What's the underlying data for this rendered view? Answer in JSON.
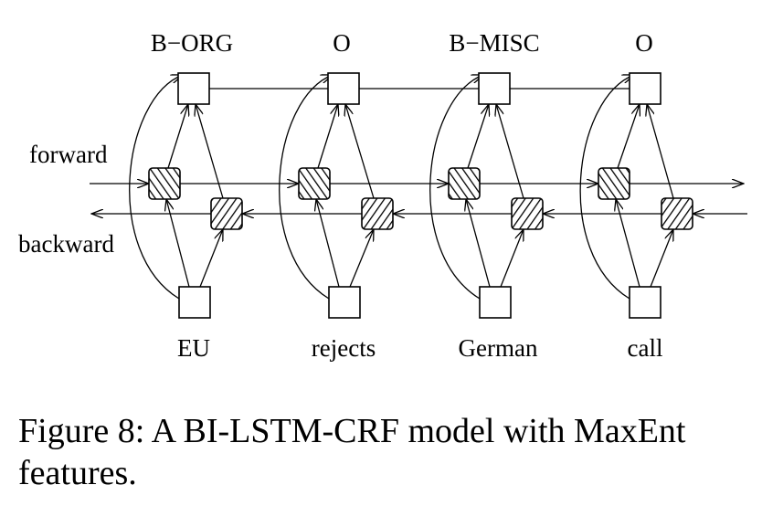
{
  "diagram": {
    "row_labels": {
      "forward": "forward",
      "backward": "backward"
    },
    "tags": [
      "B−ORG",
      "O",
      "B−MISC",
      "O"
    ],
    "words": [
      "EU",
      "rejects",
      "German",
      "call"
    ]
  },
  "caption": {
    "line1": "Figure 8:  A BI-LSTM-CRF model with MaxEnt",
    "line2": "features."
  }
}
